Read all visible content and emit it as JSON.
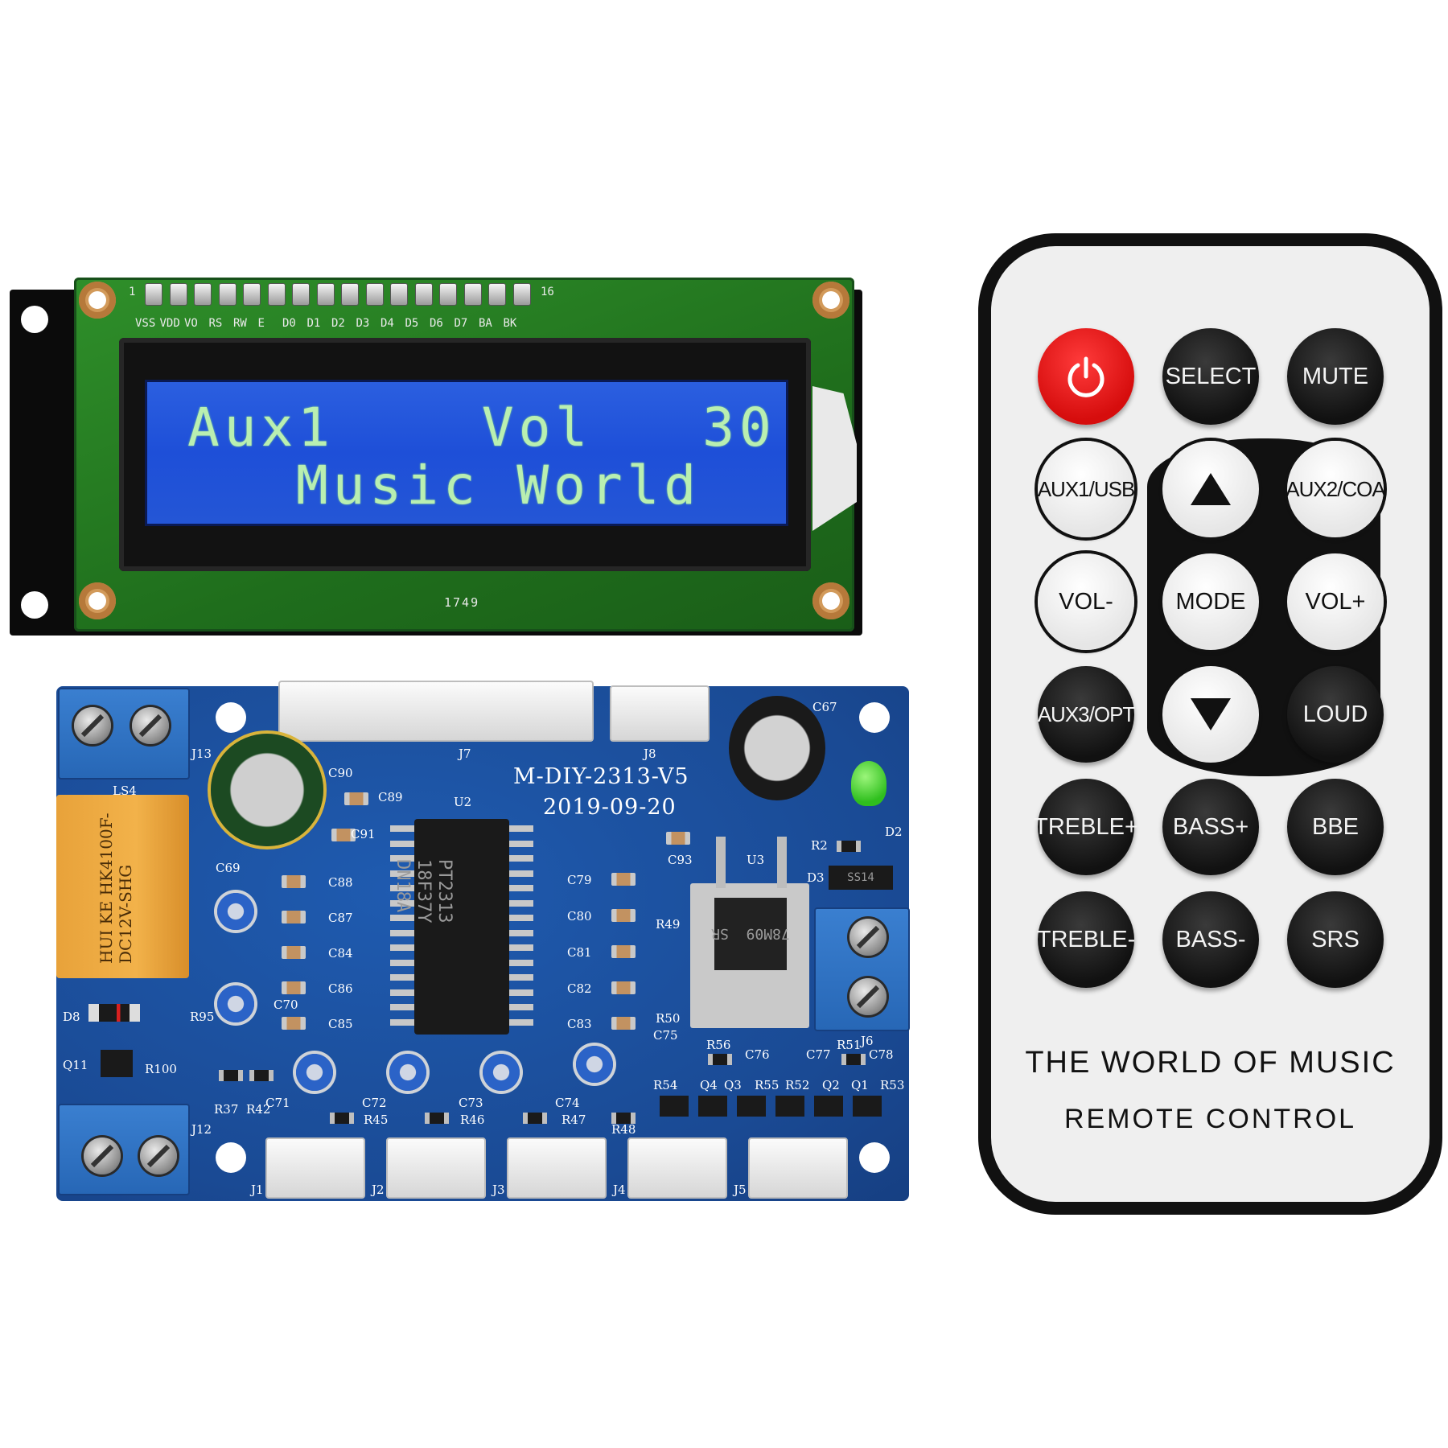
{
  "lcd": {
    "pin_first": "1",
    "pin_last": "16",
    "pin_labels": [
      "VSS",
      "VDD",
      "VO",
      "RS",
      "RW",
      "E",
      "D0",
      "D1",
      "D2",
      "D3",
      "D4",
      "D5",
      "D6",
      "D7",
      "BA",
      "BK"
    ],
    "line1": "Aux1    Vol   30",
    "line2": "Music World",
    "date_code": "1749",
    "colors": {
      "backlight": "#1e4fd8",
      "text": "#b9efb1",
      "pcb": "#2f8f2a"
    }
  },
  "board": {
    "title": "M-DIY-2313-V5",
    "date": "2019-09-20",
    "chip": "PT2313\n18F37Y\nDN18A",
    "relay": "HUI KE  HK4100F-DC12V-SHG",
    "regulator": "78M09  SR",
    "diode": "SS14",
    "connectors": [
      "J1",
      "J2",
      "J3",
      "J4",
      "J5",
      "J6",
      "J7",
      "J8",
      "J12",
      "J13"
    ],
    "caps": [
      "C90",
      "C89",
      "C91",
      "C69",
      "C88",
      "C87",
      "C84",
      "C86",
      "C85",
      "C70",
      "C71",
      "C72",
      "C73",
      "C74",
      "C79",
      "C80",
      "C81",
      "C82",
      "C83",
      "C93",
      "C67",
      "C75",
      "C76",
      "C77",
      "C78"
    ],
    "resistors": [
      "R95",
      "R100",
      "R37",
      "R42",
      "R45",
      "R46",
      "R47",
      "R48",
      "R49",
      "R50",
      "R56",
      "R51",
      "R54",
      "R55",
      "R52",
      "R53",
      "R2"
    ],
    "misc": [
      "U2",
      "U3",
      "D2",
      "D3",
      "D8",
      "Q11",
      "Q4",
      "Q3",
      "Q2",
      "Q1",
      "LS4"
    ],
    "colors": {
      "pcb": "#1a4a94",
      "terminal": "#2767b6"
    }
  },
  "remote": {
    "power_icon": "power-icon",
    "buttons": {
      "select": "SELECT",
      "mute": "MUTE",
      "aux1": "AUX1/USB",
      "up_icon": "triangle-up-icon",
      "aux2": "AUX2/COA",
      "vol_minus": "VOL-",
      "mode": "MODE",
      "vol_plus": "VOL+",
      "aux3": "AUX3/OPT",
      "down_icon": "triangle-down-icon",
      "loud": "LOUD",
      "treble_plus": "TREBLE+",
      "bass_plus": "BASS+",
      "bbe": "BBE",
      "treble_minus": "TREBLE-",
      "bass_minus": "BASS-",
      "srs": "SRS"
    },
    "brand_line1": "THE WORLD OF MUSIC",
    "brand_line2": "REMOTE CONTROL",
    "colors": {
      "power": "#d60d0d",
      "body": "#efefef",
      "button": "#111111"
    }
  }
}
